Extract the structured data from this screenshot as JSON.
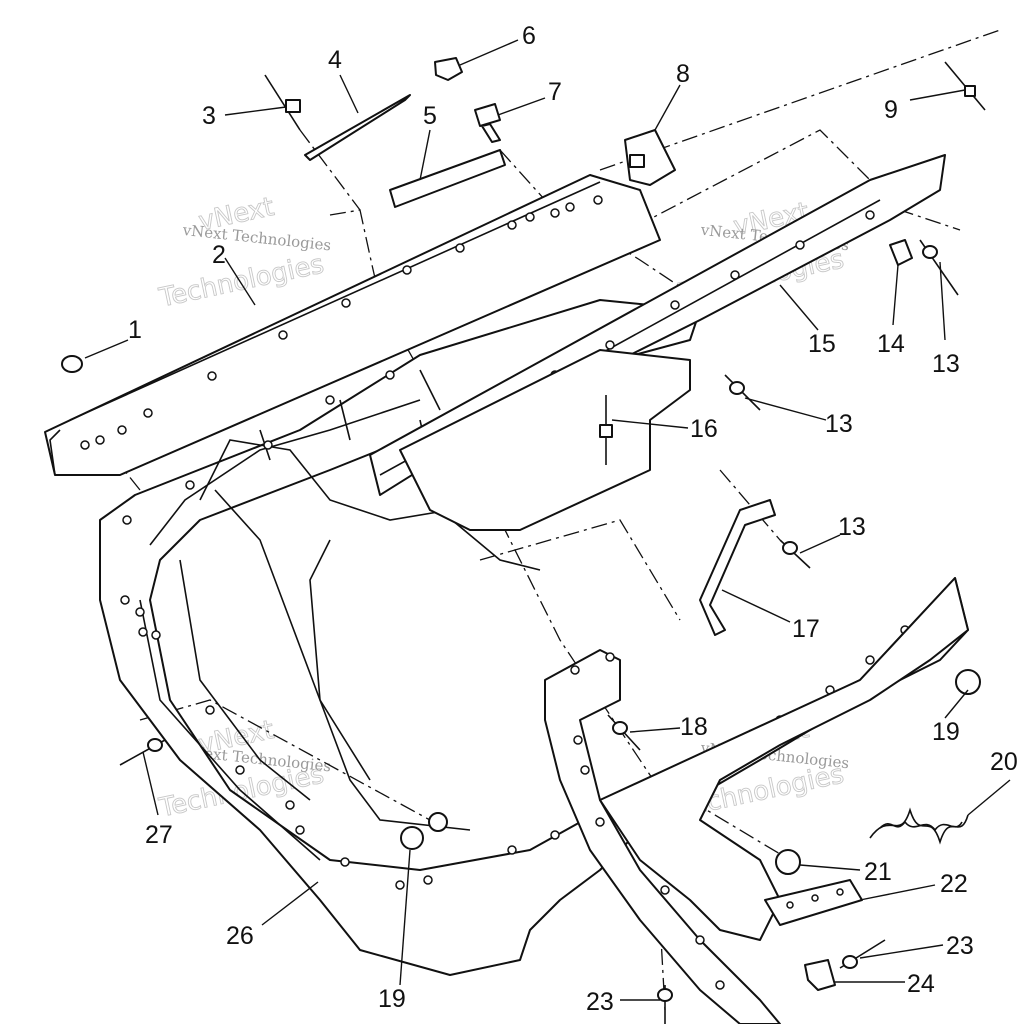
{
  "watermark": {
    "line1": "vNext Technologies",
    "line2": "Technologies"
  },
  "callouts": [
    {
      "id": "c1",
      "label": "1"
    },
    {
      "id": "c2",
      "label": "2"
    },
    {
      "id": "c3",
      "label": "3"
    },
    {
      "id": "c4",
      "label": "4"
    },
    {
      "id": "c5",
      "label": "5"
    },
    {
      "id": "c6",
      "label": "6"
    },
    {
      "id": "c7",
      "label": "7"
    },
    {
      "id": "c8",
      "label": "8"
    },
    {
      "id": "c9",
      "label": "9"
    },
    {
      "id": "c13a",
      "label": "13"
    },
    {
      "id": "c14",
      "label": "14"
    },
    {
      "id": "c15",
      "label": "15"
    },
    {
      "id": "c13b",
      "label": "13"
    },
    {
      "id": "c16",
      "label": "16"
    },
    {
      "id": "c13c",
      "label": "13"
    },
    {
      "id": "c17",
      "label": "17"
    },
    {
      "id": "c18",
      "label": "18"
    },
    {
      "id": "c19a",
      "label": "19"
    },
    {
      "id": "c20",
      "label": "20"
    },
    {
      "id": "c21",
      "label": "21"
    },
    {
      "id": "c22",
      "label": "22"
    },
    {
      "id": "c23a",
      "label": "23"
    },
    {
      "id": "c24",
      "label": "24"
    },
    {
      "id": "c23b",
      "label": "23"
    },
    {
      "id": "c19b",
      "label": "19"
    },
    {
      "id": "c26",
      "label": "26"
    },
    {
      "id": "c27",
      "label": "27"
    }
  ]
}
